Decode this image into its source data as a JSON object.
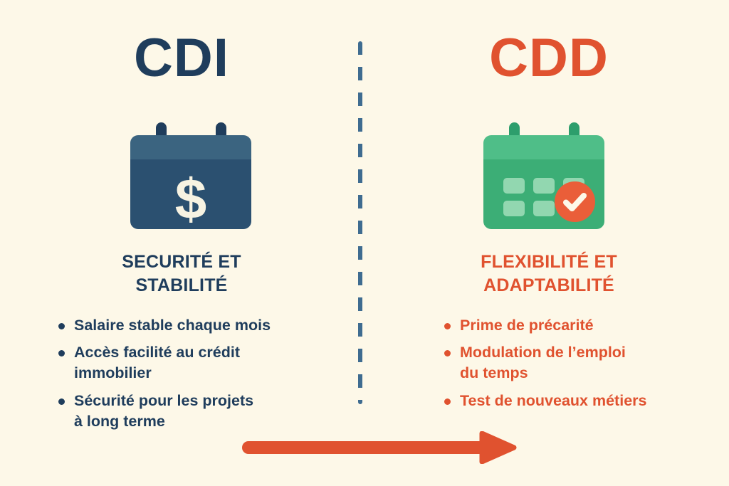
{
  "poster": {
    "background_color": "#FDF8E8",
    "navy": "#1F3D5C",
    "orange": "#E0522F",
    "green": "#3CAE76",
    "divider_color": "#3F6C90"
  },
  "left": {
    "title": "CDI",
    "icon_name": "calendar-dollar-icon",
    "icon_symbol": "$",
    "subtitle": "SECURITÉ ET\nSTABILITÉ",
    "bullets": [
      "Salaire stable chaque mois",
      "Accès facilité au crédit\nimmobilier",
      "Sécurité pour les projets\nà long terme"
    ]
  },
  "right": {
    "title": "CDD",
    "icon_name": "calendar-check-icon",
    "subtitle": "FLEXIBILITÉ ET\nADAPTABILITÉ",
    "bullets": [
      "Prime de précarité",
      "Modulation de l’emploi\ndu temps",
      "Test de nouveaux métiers"
    ]
  },
  "arrow": {
    "name": "right-arrow",
    "color": "#E0522F",
    "direction": "right"
  }
}
